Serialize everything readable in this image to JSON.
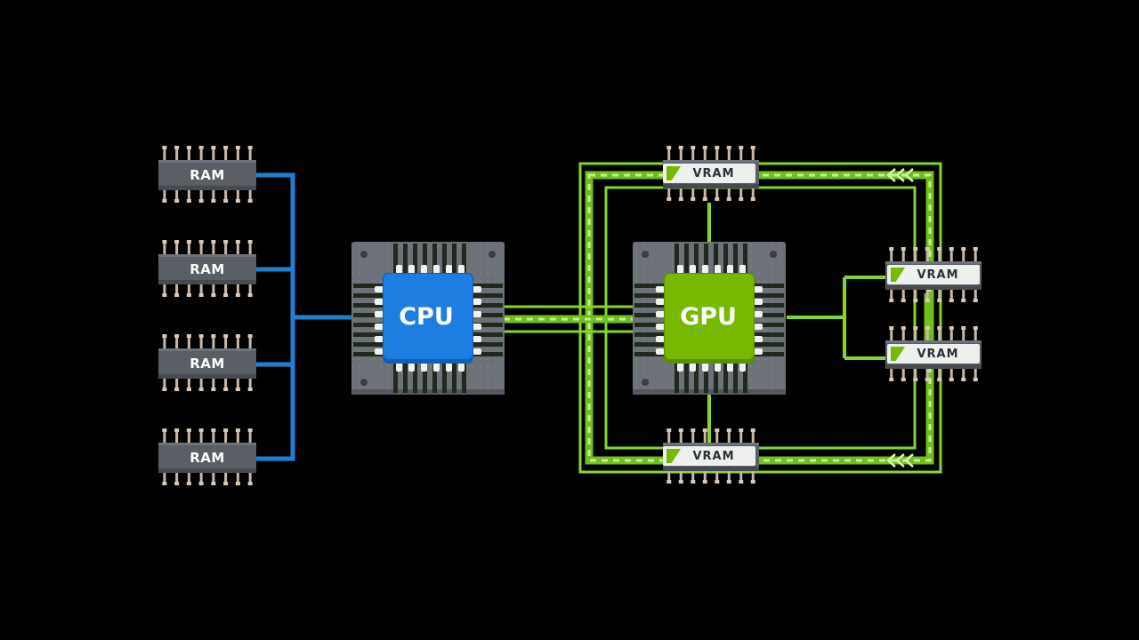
{
  "labels": {
    "ram": "RAM",
    "cpu": "CPU",
    "gpu": "GPU",
    "vram": "VRAM"
  },
  "colors": {
    "background": "#000000",
    "ram_bus": "#1f7fd6",
    "cpu_die": "#1e7de0",
    "gpu_die": "#76b900",
    "gpu_bus": "#86d62a",
    "chip_body": "#5a5f66",
    "package": "#6d7278",
    "pin": "#c9b7a6"
  },
  "icons": [
    "ram-chip",
    "cpu-chip",
    "gpu-chip",
    "vram-chip",
    "bus-line",
    "chevron-arrow"
  ]
}
